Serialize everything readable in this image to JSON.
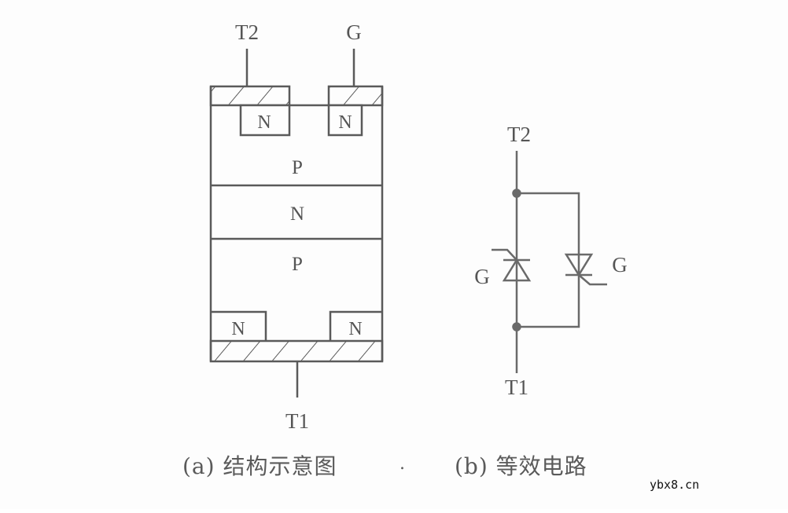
{
  "structure_diagram": {
    "terminal_top_left": "T2",
    "terminal_top_right": "G",
    "terminal_bottom": "T1",
    "top_regions": [
      "N",
      "N"
    ],
    "layers": [
      "P",
      "N",
      "P"
    ],
    "bottom_regions": [
      "N",
      "N"
    ]
  },
  "equivalent_circuit": {
    "terminal_top": "T2",
    "terminal_bottom": "T1",
    "gate_left": "G",
    "gate_right": "G"
  },
  "captions": {
    "a": "(a) 结构示意图",
    "a_dot": ".",
    "b": "(b) 等效电路"
  },
  "watermark": "ybx8.cn",
  "colors": {
    "line": "#5a5a5a",
    "text": "#555555",
    "background": "#fdfdfd"
  }
}
